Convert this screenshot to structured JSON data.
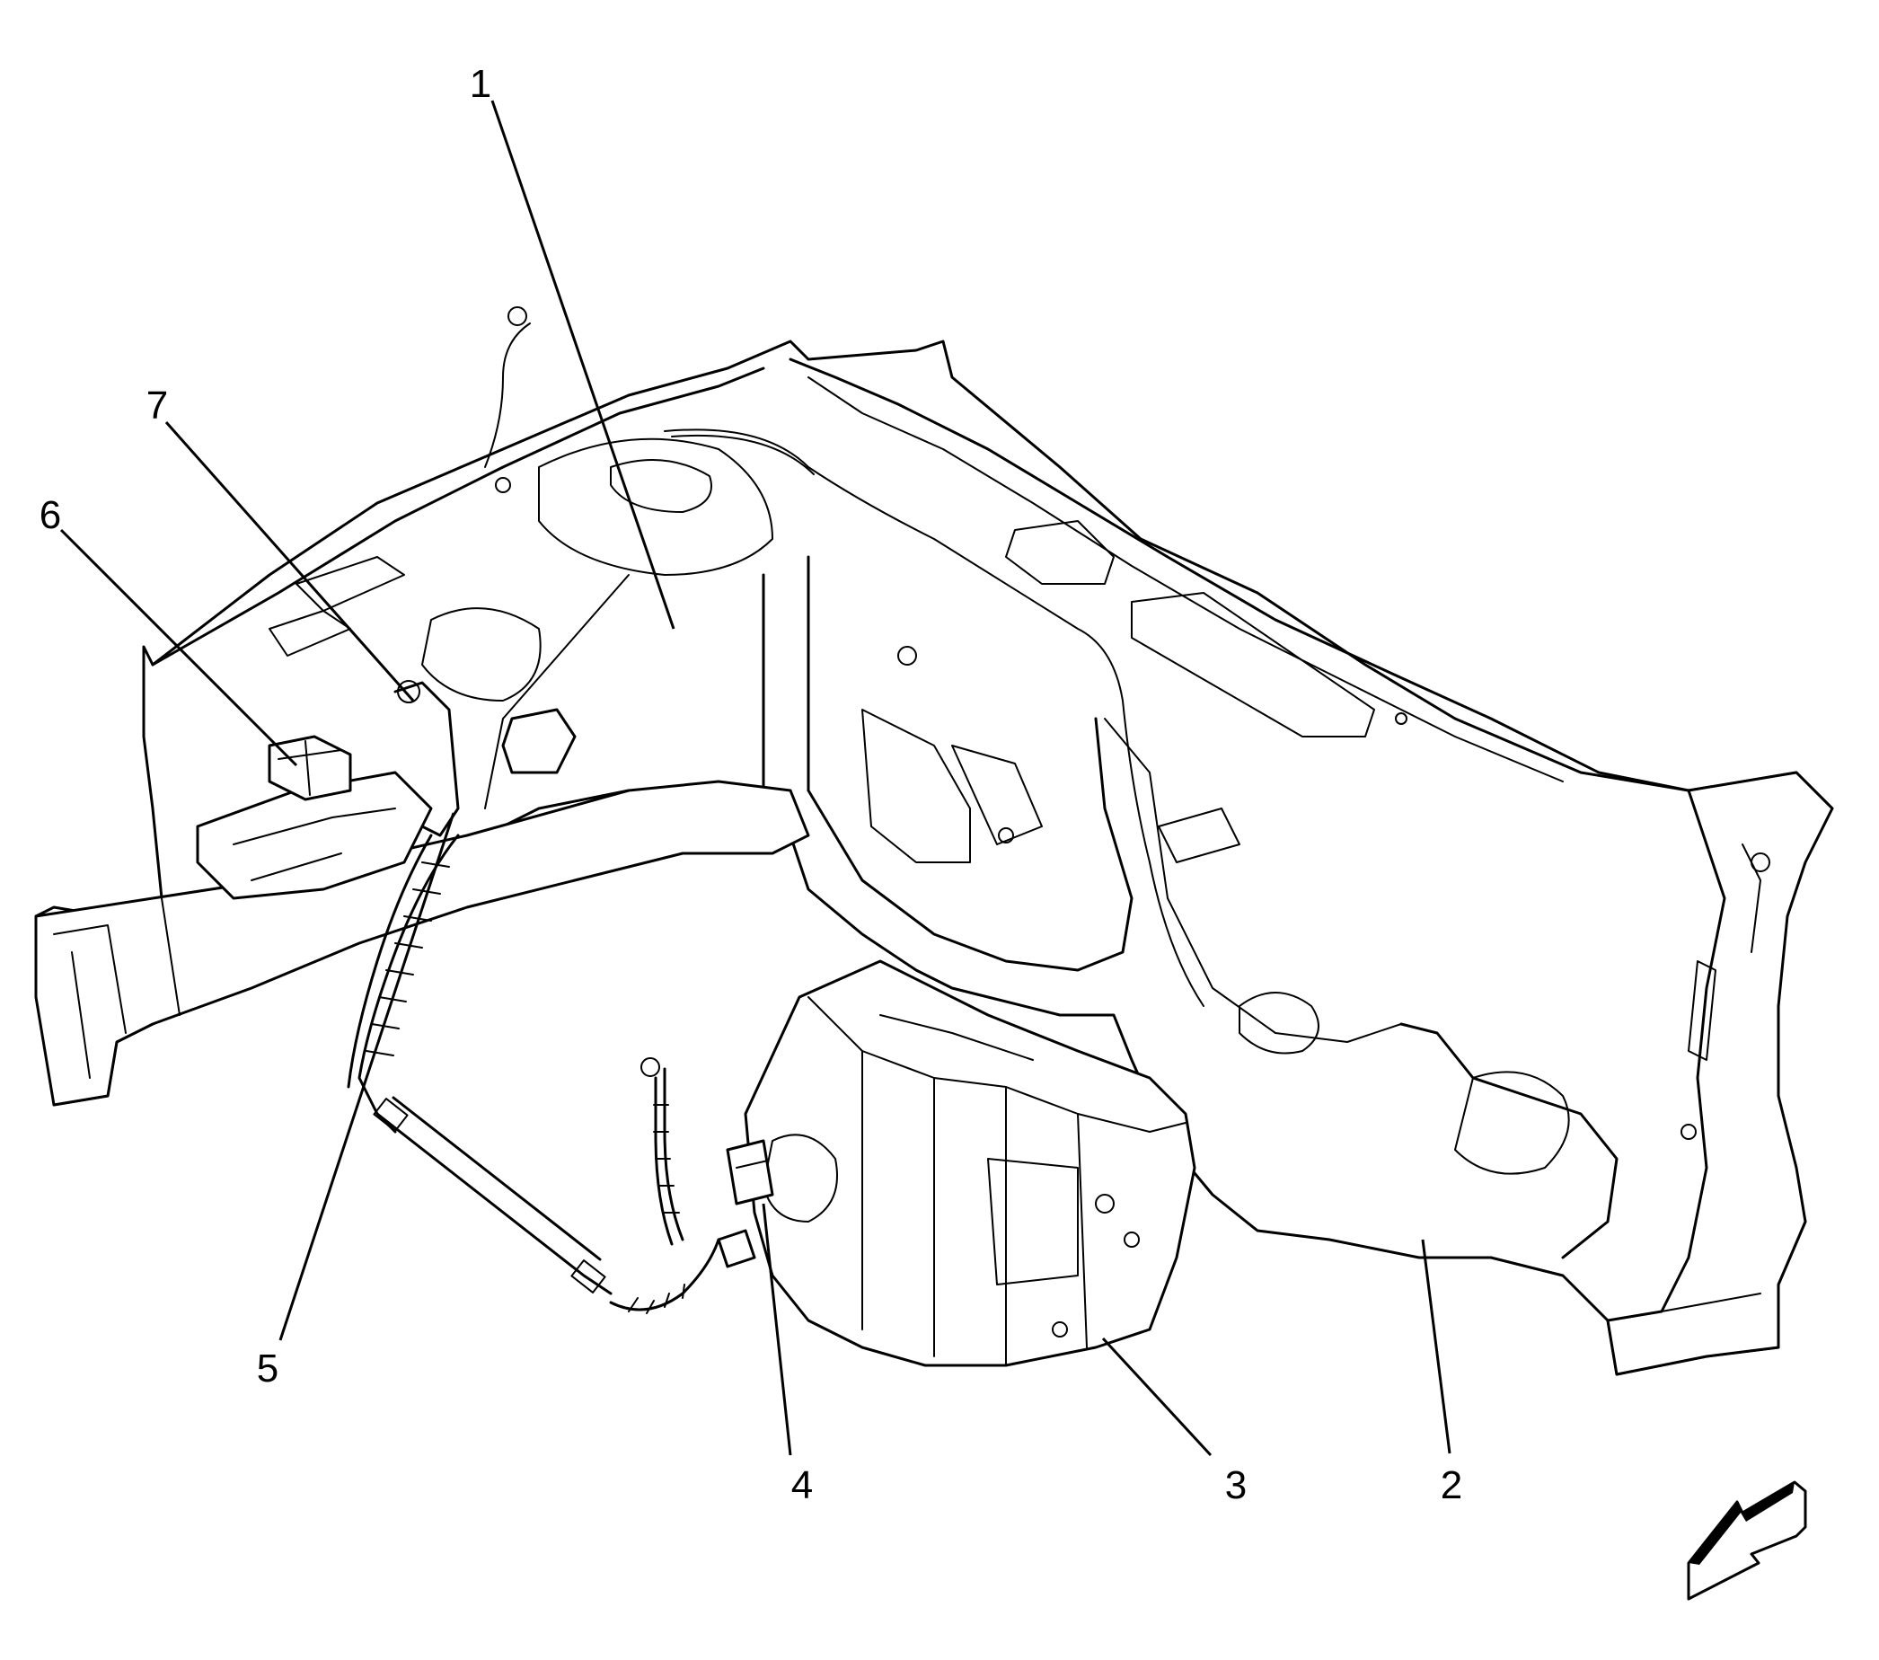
{
  "callouts": [
    {
      "id": "1",
      "label": "1"
    },
    {
      "id": "2",
      "label": "2"
    },
    {
      "id": "3",
      "label": "3"
    },
    {
      "id": "4",
      "label": "4"
    },
    {
      "id": "5",
      "label": "5"
    },
    {
      "id": "6",
      "label": "6"
    },
    {
      "id": "7",
      "label": "7"
    }
  ],
  "icons": {
    "direction_arrow": "front-direction-arrow-icon"
  },
  "colors": {
    "line": "#000000",
    "background": "#ffffff"
  }
}
